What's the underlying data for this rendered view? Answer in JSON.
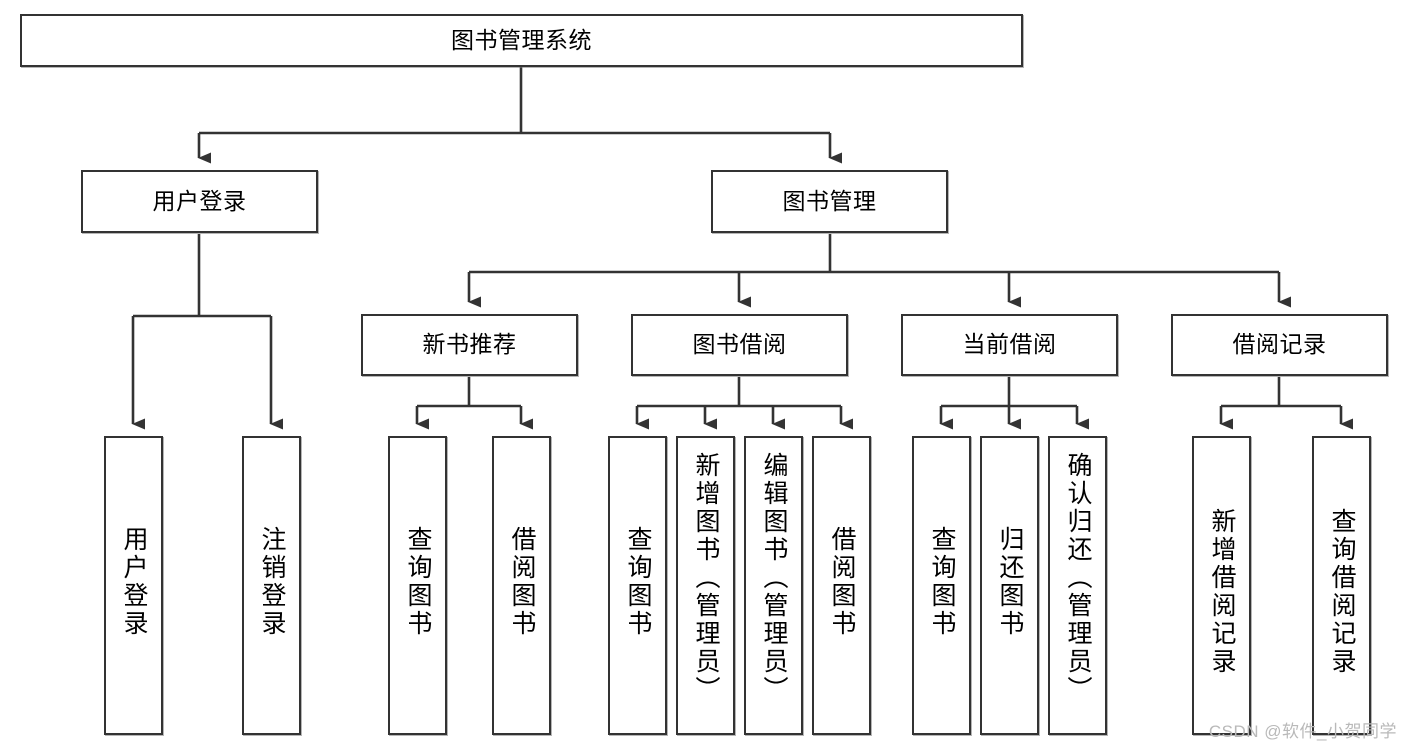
{
  "diagram": {
    "type": "hierarchy-tree",
    "title": "图书管理系统",
    "watermark": "CSDN @软件_小贺同学",
    "colors": {
      "background": "#ffffff",
      "node_border": "#333333",
      "node_fill": "#ffffff",
      "connector": "#333333",
      "text": "#000000",
      "watermark": "#b9b9b9"
    },
    "levels": {
      "root": {
        "label": "图书管理系统"
      },
      "level2": [
        {
          "id": "user-login",
          "label": "用户登录"
        },
        {
          "id": "book-management",
          "label": "图书管理"
        }
      ],
      "level3": [
        {
          "id": "new-book-recommend",
          "label": "新书推荐"
        },
        {
          "id": "book-borrow",
          "label": "图书借阅"
        },
        {
          "id": "current-borrow",
          "label": "当前借阅"
        },
        {
          "id": "borrow-record",
          "label": "借阅记录"
        }
      ],
      "leaves": [
        {
          "id": "leaf-user-login",
          "label": "用户登录",
          "parent": "user-login"
        },
        {
          "id": "leaf-logout",
          "label": "注销登录",
          "parent": "user-login"
        },
        {
          "id": "leaf-query-book-1",
          "label": "查询图书",
          "parent": "new-book-recommend"
        },
        {
          "id": "leaf-borrow-book-1",
          "label": "借阅图书",
          "parent": "new-book-recommend"
        },
        {
          "id": "leaf-query-book-2",
          "label": "查询图书",
          "parent": "book-borrow"
        },
        {
          "id": "leaf-add-book",
          "label": "新增图书（管理员）",
          "parent": "book-borrow"
        },
        {
          "id": "leaf-edit-book",
          "label": "编辑图书（管理员）",
          "parent": "book-borrow"
        },
        {
          "id": "leaf-borrow-book-2",
          "label": "借阅图书",
          "parent": "book-borrow"
        },
        {
          "id": "leaf-query-book-3",
          "label": "查询图书",
          "parent": "current-borrow"
        },
        {
          "id": "leaf-return-book",
          "label": "归还图书",
          "parent": "current-borrow"
        },
        {
          "id": "leaf-confirm-return",
          "label": "确认归还（管理员）",
          "parent": "current-borrow"
        },
        {
          "id": "leaf-add-record",
          "label": "新增借阅记录",
          "parent": "borrow-record"
        },
        {
          "id": "leaf-query-record",
          "label": "查询借阅记录",
          "parent": "borrow-record"
        }
      ]
    }
  }
}
